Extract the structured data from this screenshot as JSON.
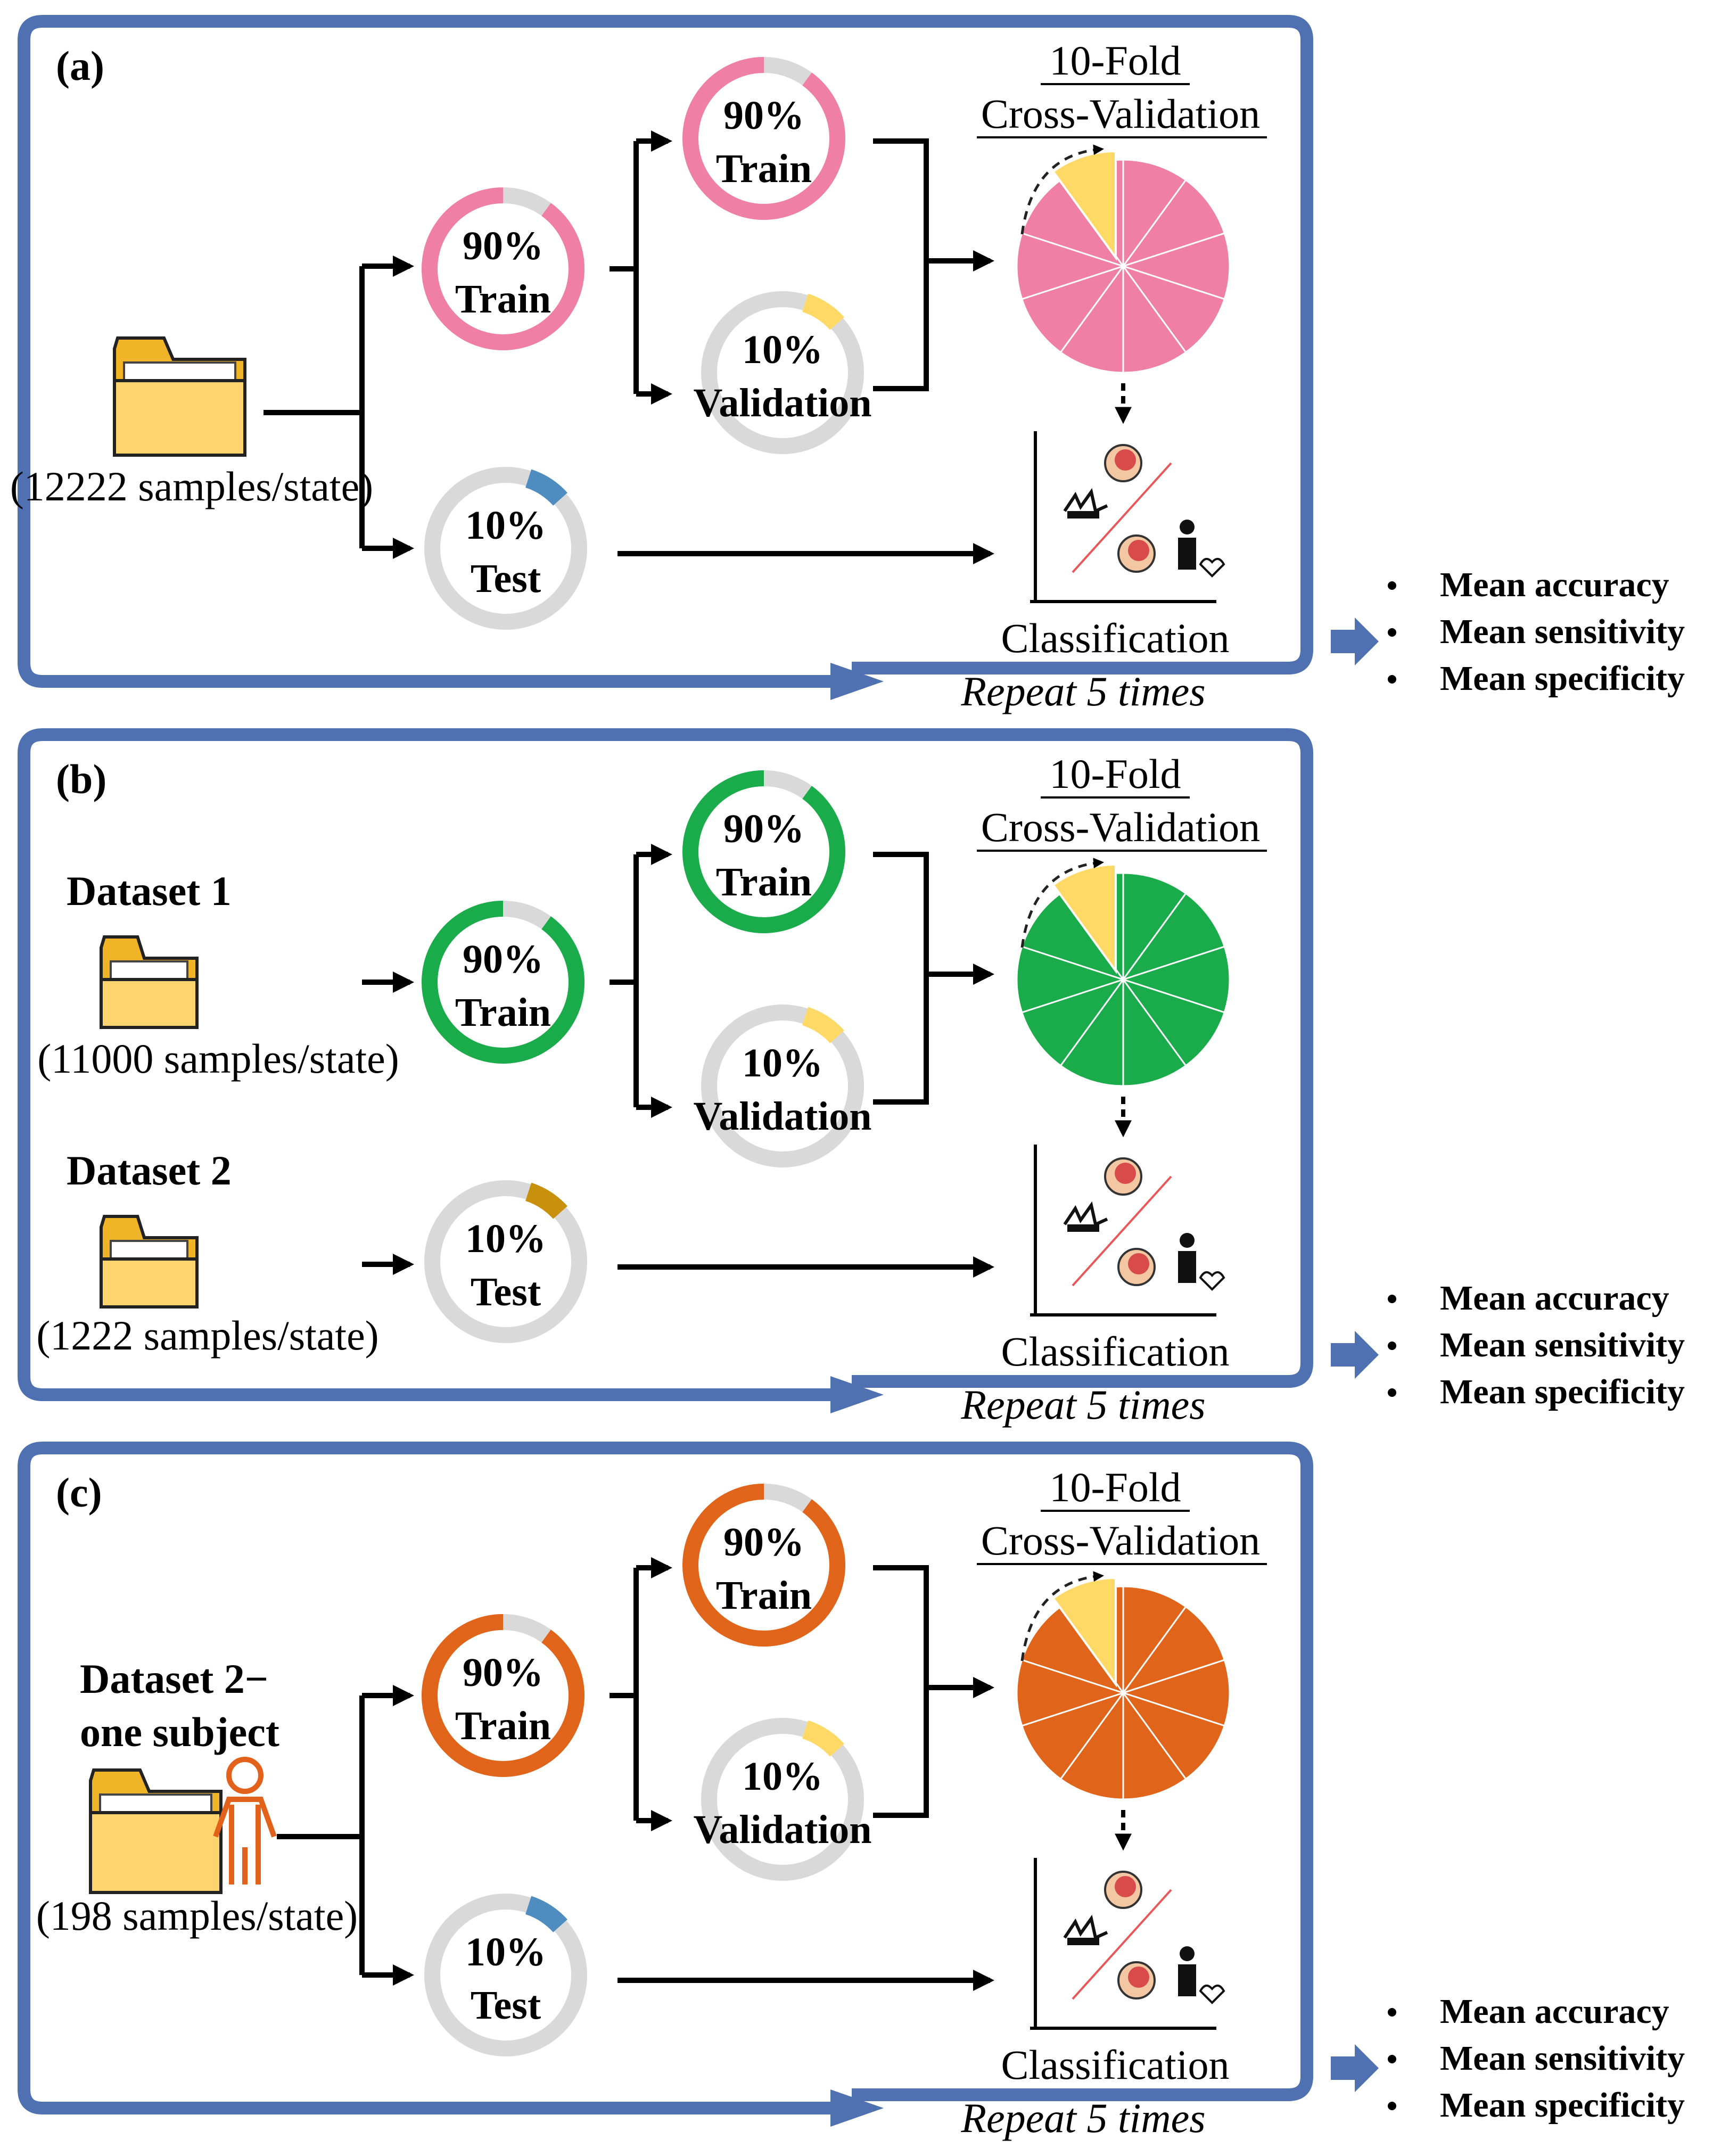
{
  "colors": {
    "frame": "#4f71b2",
    "ring_bg": "#d9d9d9",
    "yellow": "#ffd966",
    "blue": "#4f8dc0",
    "dark_yellow": "#c9900e",
    "folder": "#ffd36e",
    "red_line": "#e8585a",
    "orange_person": "#e2621b"
  },
  "panels": [
    {
      "id": "a",
      "label": "(a)",
      "theme": "#f07fa6",
      "theme_name": "pink",
      "train_pct": "90%",
      "train_label": "Train",
      "val_pct": "10%",
      "val_label": "Validation",
      "test_pct": "10%",
      "test_label": "Test",
      "cv_line1": "10-Fold",
      "cv_line2": "Cross-Validation",
      "classification": "Classification",
      "repeat": "Repeat 5 times",
      "samples": "(12222 samples/state)",
      "test_arc_color": "blue"
    },
    {
      "id": "b",
      "label": "(b)",
      "theme": "#1aab4a",
      "theme_name": "green",
      "train_pct": "90%",
      "train_label": "Train",
      "val_pct": "10%",
      "val_label": "Validation",
      "test_pct": "10%",
      "test_label": "Test",
      "cv_line1": "10-Fold",
      "cv_line2": "Cross-Validation",
      "classification": "Classification",
      "repeat": "Repeat 5 times",
      "dataset1": "Dataset 1",
      "samples1": "(11000 samples/state)",
      "dataset2": "Dataset 2",
      "samples2": "(1222 samples/state)",
      "test_arc_color": "dark_yellow"
    },
    {
      "id": "c",
      "label": "(c)",
      "theme": "#e0641a",
      "theme_name": "orange",
      "train_pct": "90%",
      "train_label": "Train",
      "val_pct": "10%",
      "val_label": "Validation",
      "test_pct": "10%",
      "test_label": "Test",
      "cv_line1": "10-Fold",
      "cv_line2": "Cross-Validation",
      "classification": "Classification",
      "repeat": "Repeat 5 times",
      "dataset_line1": "Dataset 2−",
      "dataset_line2": "one subject",
      "samples": "(198 samples/state)",
      "test_arc_color": "blue"
    }
  ],
  "metrics": [
    "Mean accuracy",
    "Mean sensitivity",
    "Mean specificity"
  ]
}
